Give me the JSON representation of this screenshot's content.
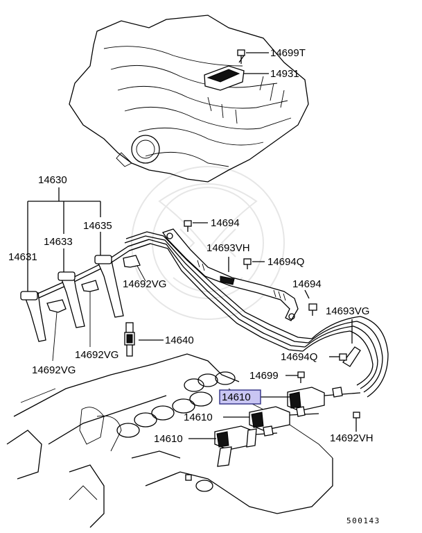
{
  "diagram_code": "500143",
  "callouts": {
    "c14699T": "14699T",
    "c14931": "14931",
    "c14630": "14630",
    "c14635": "14635",
    "c14633": "14633",
    "c14631": "14631",
    "c14694_top": "14694",
    "c14693VH": "14693VH",
    "c14694Q_top": "14694Q",
    "c14694_right": "14694",
    "c14692VG_mid": "14692VG",
    "c14693VG": "14693VG",
    "c14640": "14640",
    "c14692VG_bottom": "14692VG",
    "c14692VG_left": "14692VG",
    "c14694Q_bottom": "14694Q",
    "c14699": "14699",
    "c14610_highlight": "14610",
    "c14610_mid": "14610",
    "c14610_low": "14610",
    "c14692VH": "14692VH"
  },
  "colors": {
    "highlight_fill": "#c9c6f3",
    "highlight_border": "#3a3a8c",
    "line": "#000000",
    "watermark": "#e6e6e6"
  }
}
